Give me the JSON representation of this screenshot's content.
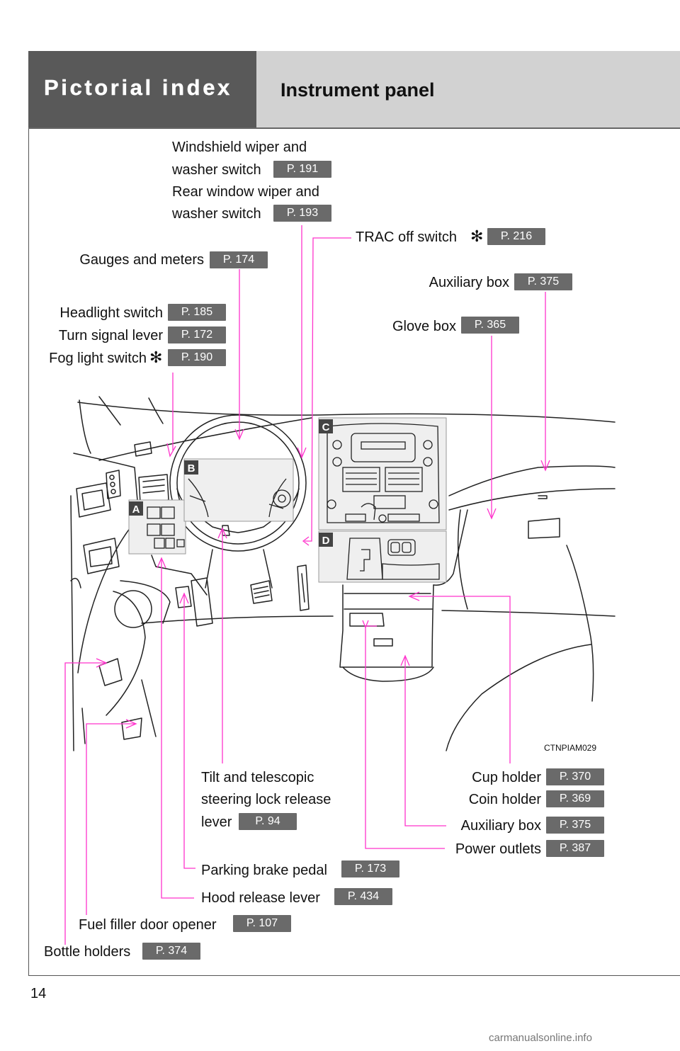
{
  "header": {
    "section": "Pictorial index",
    "title": "Instrument panel"
  },
  "labels": {
    "windshield_wiper_1": "Windshield wiper and",
    "windshield_wiper_2": "washer switch",
    "windshield_wiper_page": "P. 191",
    "rear_wiper_1": "Rear window wiper and",
    "rear_wiper_2": "washer switch",
    "rear_wiper_page": "P. 193",
    "trac_off": "TRAC off switch",
    "trac_off_page": "P. 216",
    "gauges": "Gauges and meters",
    "gauges_page": "P. 174",
    "aux_box_top": "Auxiliary box",
    "aux_box_top_page": "P. 375",
    "headlight": "Headlight switch",
    "headlight_page": "P. 185",
    "turn_signal": "Turn signal lever",
    "turn_signal_page": "P. 172",
    "fog_light": "Fog light switch",
    "fog_light_page": "P. 190",
    "glove_box": "Glove box",
    "glove_box_page": "P. 365",
    "tilt_1": "Tilt and telescopic",
    "tilt_2": "steering lock release",
    "tilt_3": "lever",
    "tilt_page": "P. 94",
    "cup_holder": "Cup holder",
    "cup_holder_page": "P. 370",
    "coin_holder": "Coin holder",
    "coin_holder_page": "P. 369",
    "aux_box_bottom": "Auxiliary box",
    "aux_box_bottom_page": "P. 375",
    "power_outlets": "Power outlets",
    "power_outlets_page": "P. 387",
    "parking_brake": "Parking brake pedal",
    "parking_brake_page": "P. 173",
    "hood_release": "Hood release lever",
    "hood_release_page": "P. 434",
    "fuel_filler": "Fuel filler door opener",
    "fuel_filler_page": "P. 107",
    "bottle_holders": "Bottle holders",
    "bottle_holders_page": "P. 374"
  },
  "optional_mark": "✻",
  "callouts": {
    "a": "A",
    "b": "B",
    "c": "C",
    "d": "D"
  },
  "figure_code": "CTNPIAM029",
  "page_number": "14",
  "watermark": "carmanualsonline.info",
  "colors": {
    "leader": "#ff33cc",
    "header_dark": "#595959",
    "header_light": "#d2d2d2",
    "page_badge": "#6a6a6a"
  }
}
